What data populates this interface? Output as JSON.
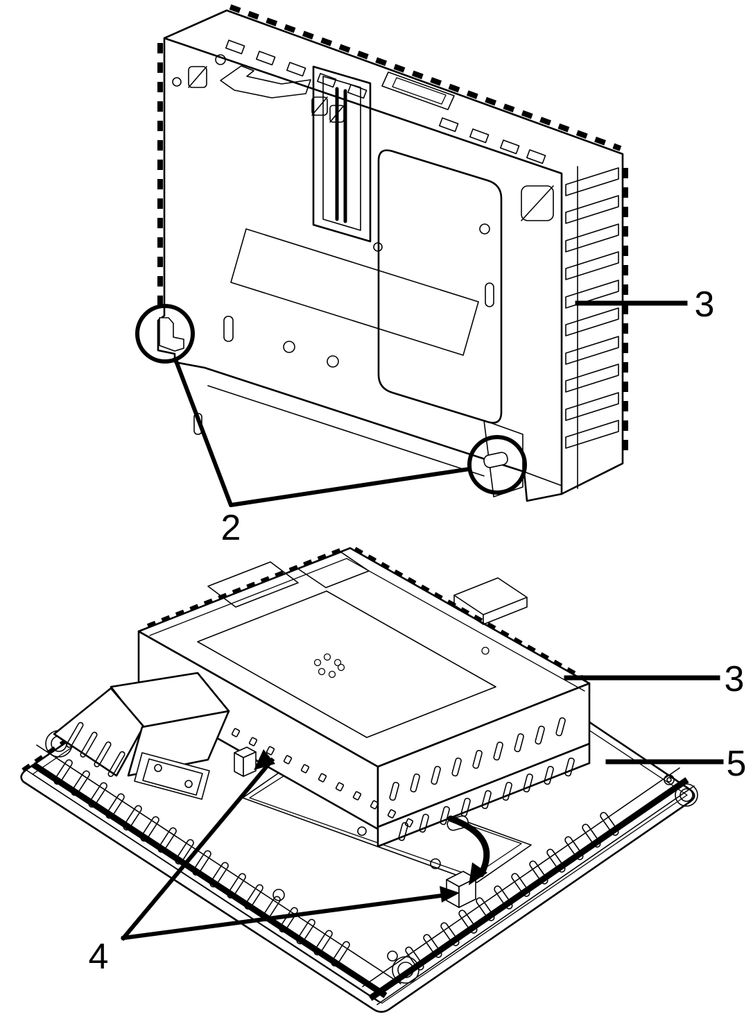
{
  "diagram": {
    "ink": "#000000",
    "paper": "#ffffff",
    "views": {
      "top": {
        "kind": "module-rear-isometric-view",
        "callouts": [
          {
            "label": "2",
            "target": "corner-hook-and-locking-pin-circled"
          },
          {
            "label": "3",
            "target": "side-ventilation-fins"
          }
        ]
      },
      "bottom": {
        "kind": "module-mounted-on-panel-rear-view",
        "callouts": [
          {
            "label": "3",
            "target": "module-on-panel"
          },
          {
            "label": "4",
            "target": "mounting-clip-tabs"
          },
          {
            "label": "5",
            "target": "panel-rear-surface"
          }
        ]
      }
    }
  }
}
